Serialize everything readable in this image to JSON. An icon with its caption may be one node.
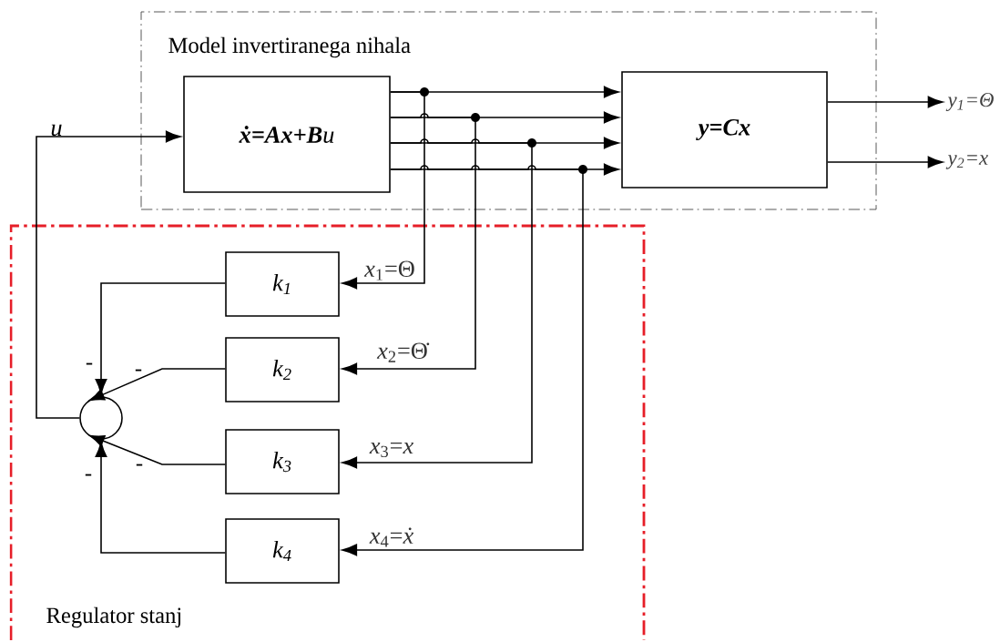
{
  "diagram": {
    "nodes": [
      {
        "text": [
          "Model invertiranega nihala"
        ]
      },
      {
        "text": [
          "**ẋ=Ax+B**u"
        ],
        "in": 0
      },
      {
        "text": [
          "y=Cx"
        ],
        "in": 0
      },
      {
        "text": [
          "Regulator stanj"
        ]
      },
      {
        "text": [
          "k$_{1}$"
        ],
        "in": 3
      },
      {
        "text": [
          "k$_{2}$"
        ],
        "in": 3
      },
      {
        "text": [
          "k$_{3}$"
        ],
        "in": 3
      },
      {
        "text": [
          "k$_{4}$"
        ],
        "in": 3
      },
      {
        "text": [],
        "shape": "circle",
        "in": 3
      },
      {
        "text": [
          "y$_{1}$=Θ"
        ]
      },
      {
        "text": [
          "y$_{2}$=x"
        ]
      }
    ],
    "edges": [
      {
        "from": 1,
        "to": 2,
        "arrow": "to"
      },
      {
        "from": 1,
        "to": 2,
        "arrow": "to"
      },
      {
        "from": 1,
        "to": 2,
        "arrow": "to"
      },
      {
        "from": 1,
        "to": 2,
        "arrow": "to"
      },
      {
        "from": 1,
        "to": 4,
        "arrow": "to",
        "label": "*x*$_{1}$=Θ"
      },
      {
        "from": 1,
        "to": 5,
        "arrow": "to",
        "label": "*x*$_{2}$=Θ̇"
      },
      {
        "from": 1,
        "to": 6,
        "arrow": "to",
        "label": "*x*$_{3}$=*x*"
      },
      {
        "from": 1,
        "to": 7,
        "arrow": "to",
        "label": "*x*$_{4}$=*ẋ*"
      },
      {
        "from": 4,
        "to": 8,
        "arrow": "to",
        "label": "-"
      },
      {
        "from": 5,
        "to": 8,
        "arrow": "to",
        "label": "-"
      },
      {
        "from": 6,
        "to": 8,
        "arrow": "to",
        "label": "-"
      },
      {
        "from": 7,
        "to": 8,
        "arrow": "to",
        "label": "-"
      },
      {
        "from": 8,
        "to": 1,
        "arrow": "to",
        "label": "u"
      },
      {
        "from": 2,
        "to": 9,
        "arrow": "to"
      },
      {
        "from": 2,
        "to": 10,
        "arrow": "to"
      }
    ]
  }
}
